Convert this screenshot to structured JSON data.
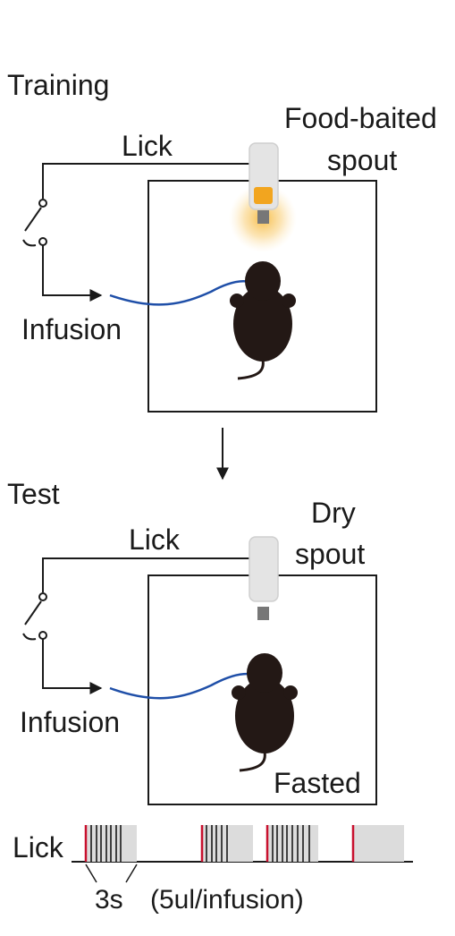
{
  "training": {
    "title": "Training",
    "lick_label": "Lick",
    "spout_label_line1": "Food-baited",
    "spout_label_line2": "spout",
    "infusion_label": "Infusion"
  },
  "test": {
    "title": "Test",
    "lick_label": "Lick",
    "spout_label_line1": "Dry",
    "spout_label_line2": "spout",
    "infusion_label": "Infusion",
    "state_label": "Fasted"
  },
  "raster": {
    "row_label": "Lick",
    "window_label": "3s",
    "dose_label": "(5ul/infusion)"
  },
  "colors": {
    "ink": "#1a1a1a",
    "tube": "#1f4fa8",
    "food": "#f2a51f",
    "glow": "#f7c55a",
    "spout_body": "#e4e4e4",
    "spout_tip": "#777777",
    "trigger_lick": "#c8102e",
    "window_fill": "#dcdcdc"
  }
}
